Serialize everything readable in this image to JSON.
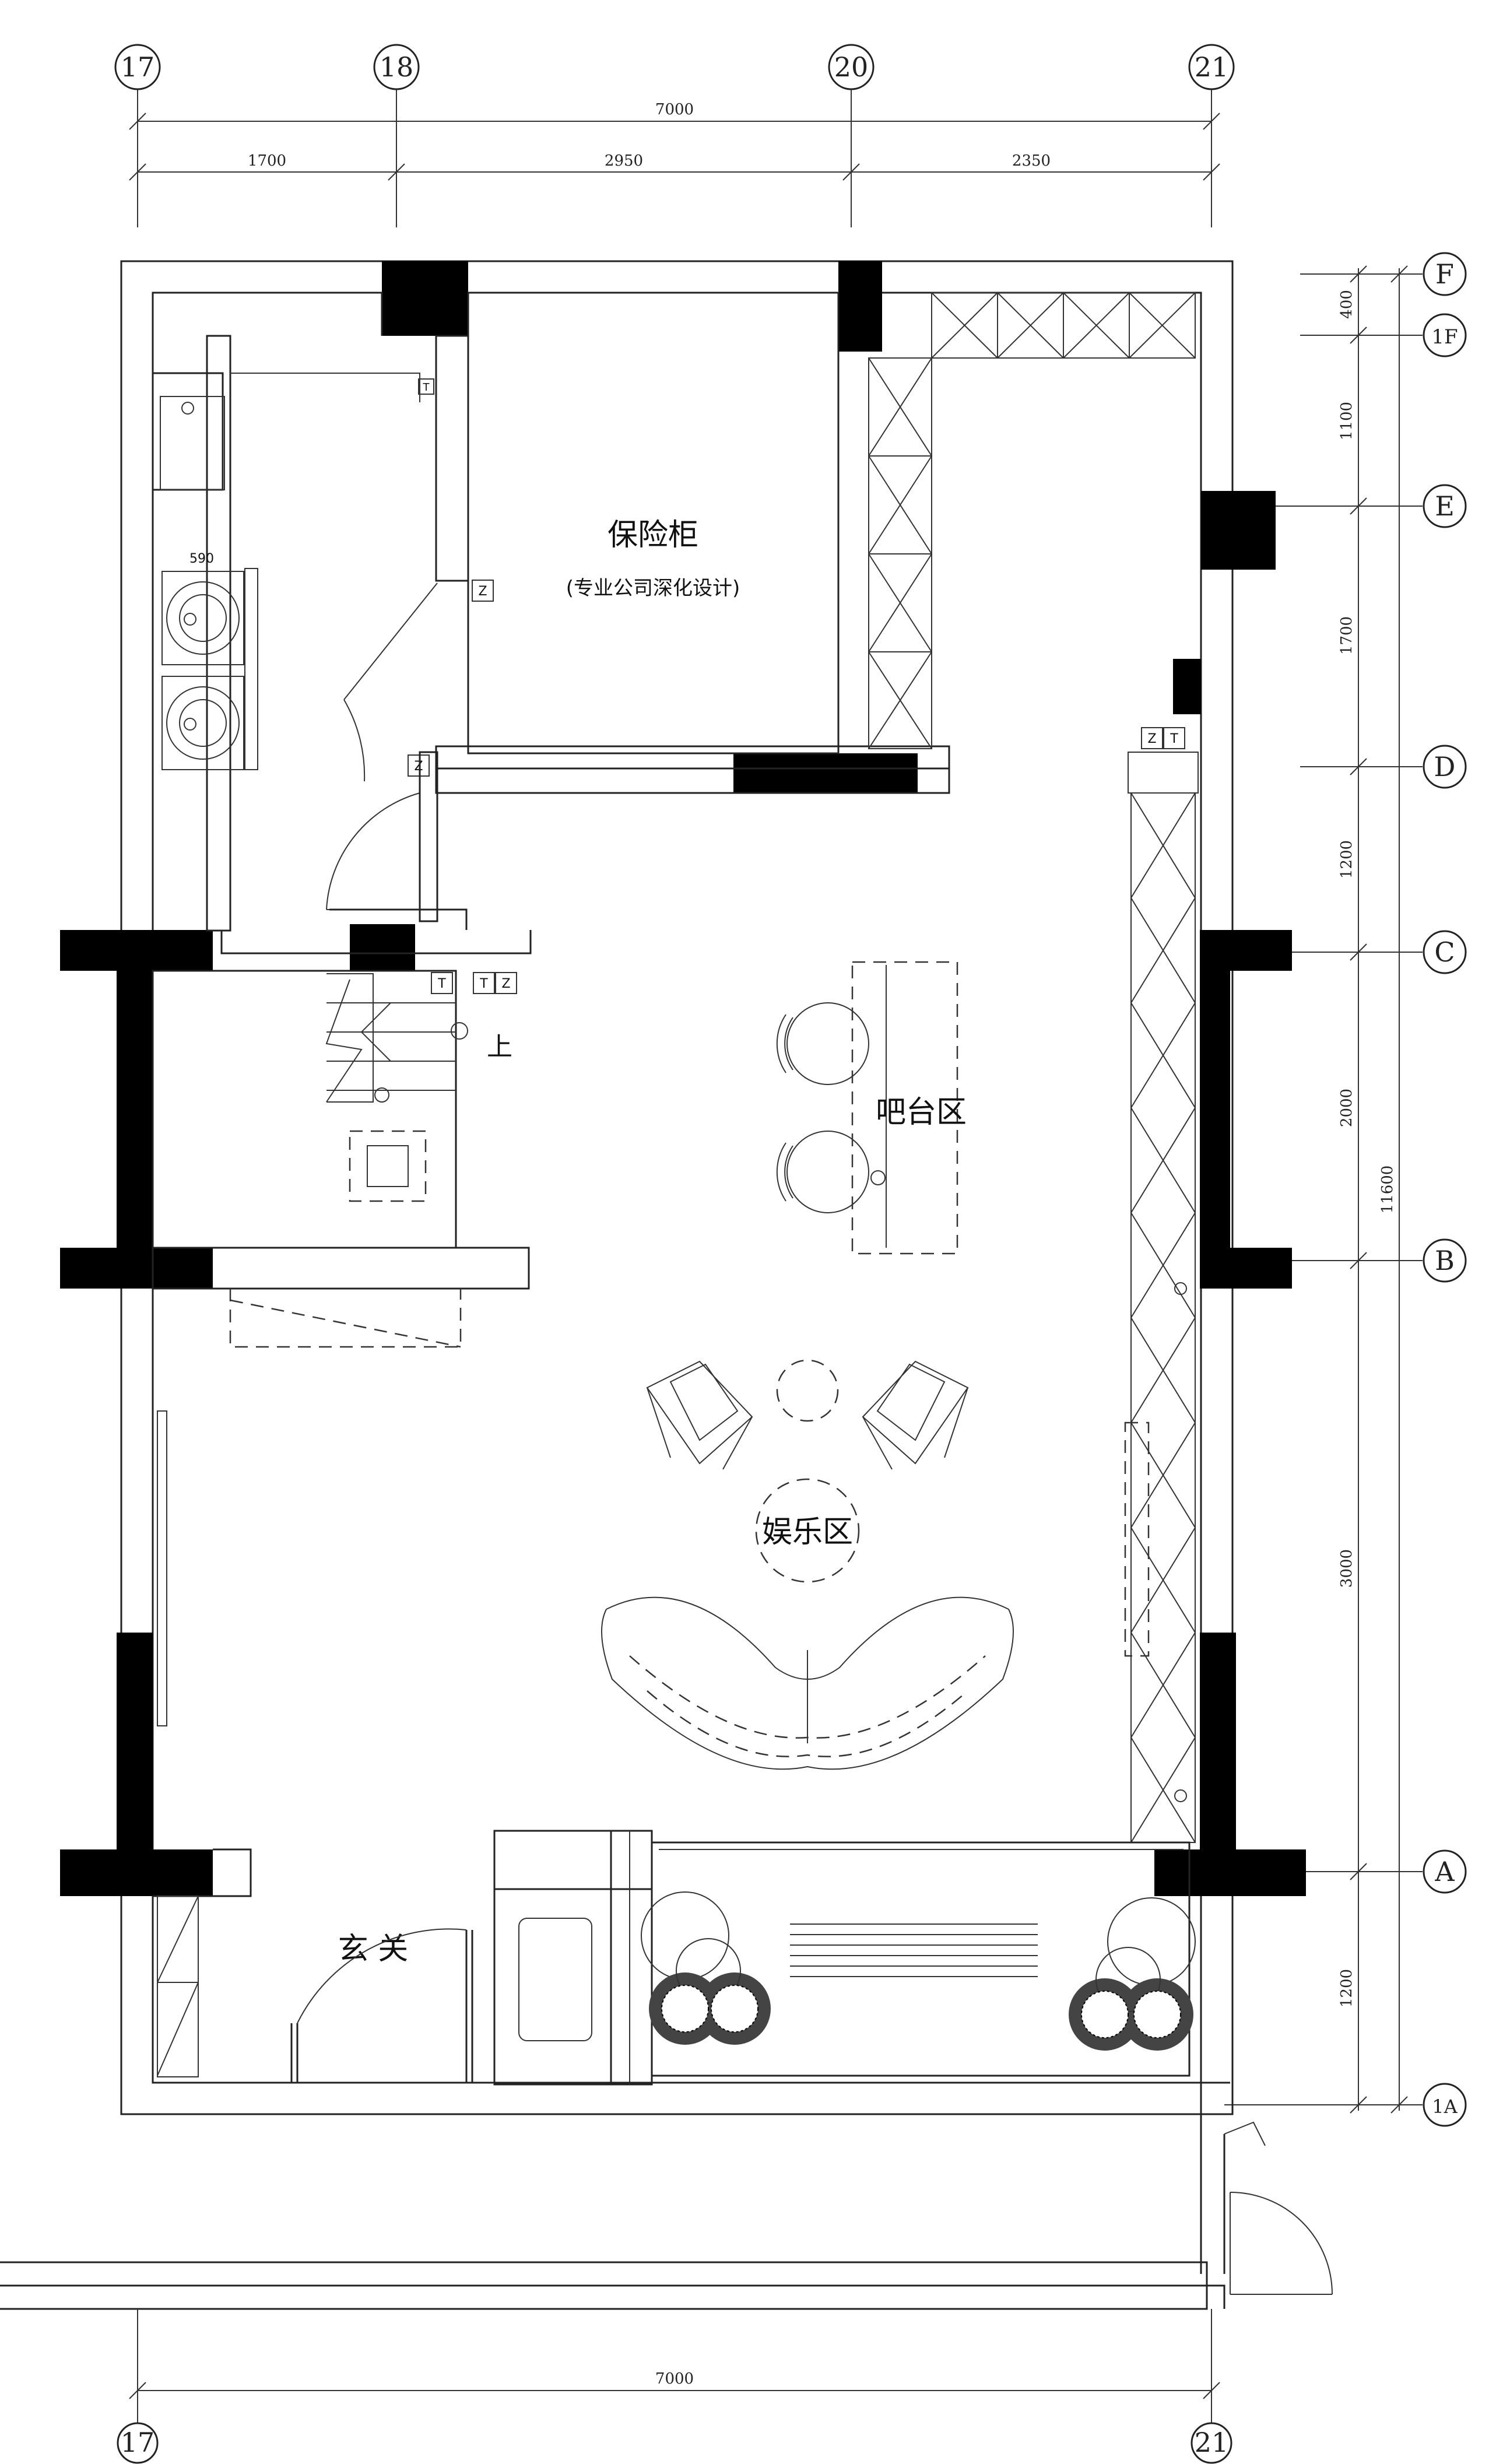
{
  "grid_top": [
    "17",
    "18",
    "20",
    "21"
  ],
  "grid_bottom": [
    "17",
    "21"
  ],
  "grid_right": [
    "F",
    "1F",
    "E",
    "D",
    "C",
    "B",
    "A",
    "1A"
  ],
  "dims_top": {
    "overall": "7000",
    "seg1": "1700",
    "seg2": "2950",
    "seg3": "2350"
  },
  "dims_bottom": {
    "overall": "7000"
  },
  "dims_right": {
    "seg1": "400",
    "seg2": "1100",
    "seg3": "1700",
    "seg4": "1200",
    "seg5": "2000",
    "seg6": "3000",
    "seg7": "1200",
    "overall": "11600"
  },
  "rooms": {
    "safe_cabinet": "保险柜",
    "safe_cabinet_note": "(专业公司深化设计)",
    "bar_area": "吧台区",
    "entertainment_area": "娱乐区",
    "entrance": "玄 关"
  },
  "stair_label": "上",
  "tags": {
    "z1": "Z",
    "z2": "Z",
    "z3": "Z",
    "t1": "T",
    "t2": "T",
    "t3": "T",
    "z4": "Z",
    "t4": "T"
  },
  "small_labels": {
    "mirror_width": "590"
  }
}
